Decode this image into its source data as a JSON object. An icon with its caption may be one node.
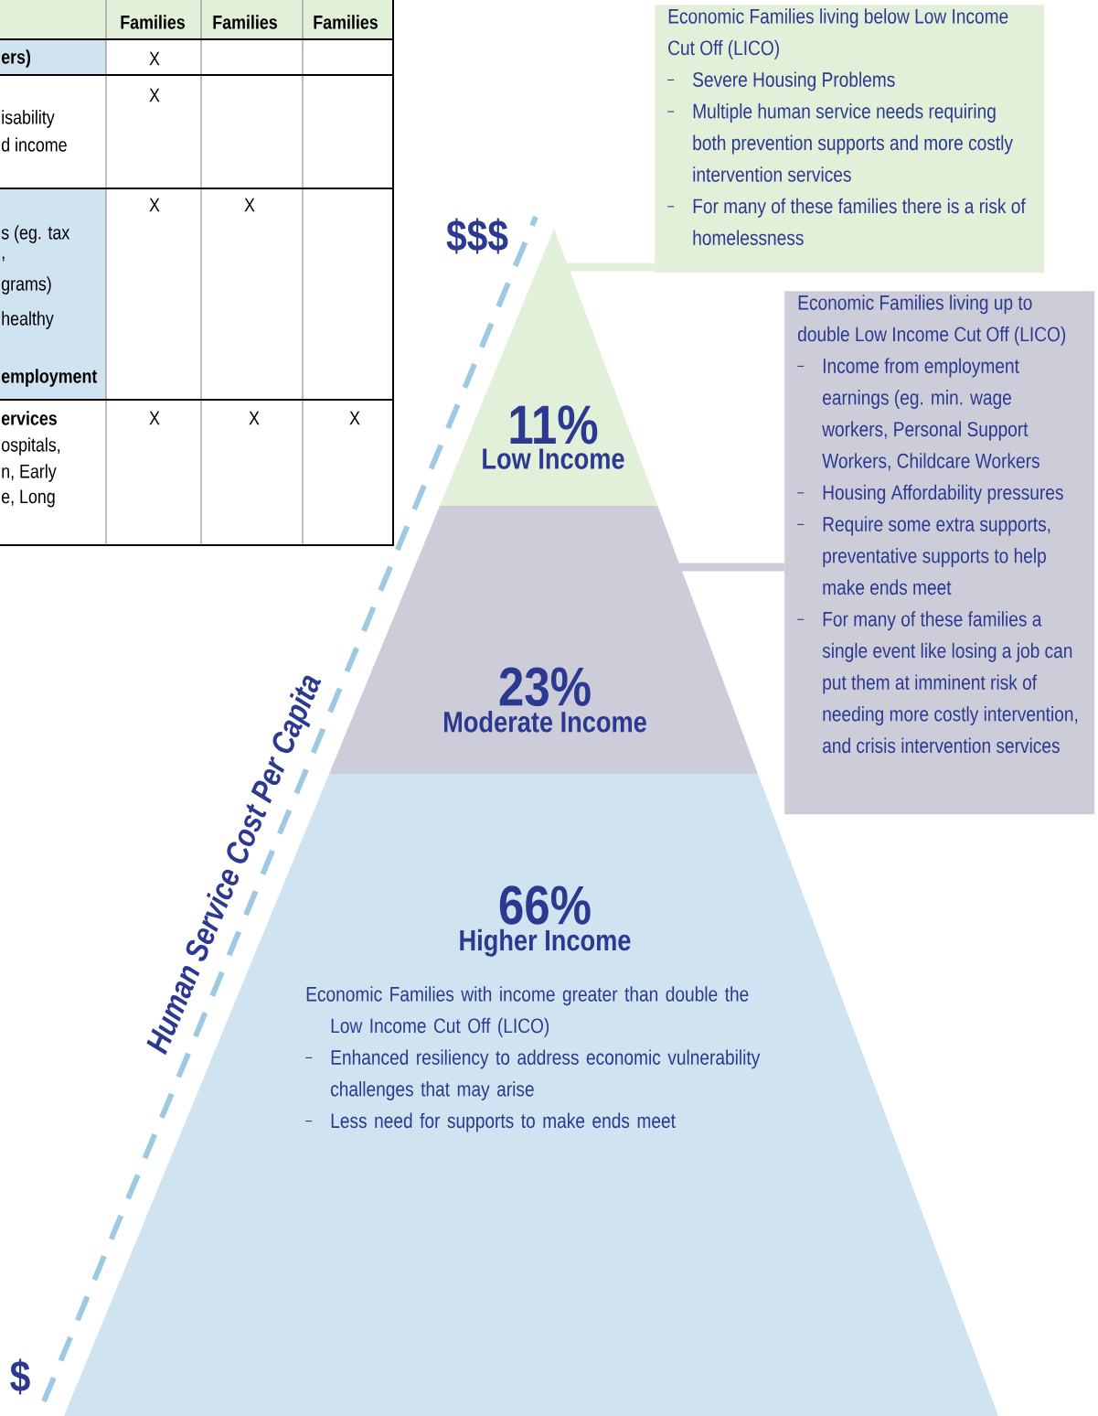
{
  "diagram": {
    "nodes": [
      {
        "text": [
          "Economic Families living below Low Income Cut Off (LICO)",
          "Severe Housing Problems",
          "Multiple human service needs requiring both prevention supports and more costly intervention services",
          "For many of these families there is a risk of homelessness"
        ]
      },
      {
        "text": [
          "11%",
          "Low Income"
        ]
      },
      {
        "text": [
          "Economic Families living up to double Low Income Cut Off (LICO)",
          "Income from employment earnings (eg. min. wage workers, Personal Support Workers, Childcare Workers",
          "Housing Affordability pressures",
          "Require some extra supports, preventative supports to help make ends meet",
          "For many of these families a single event like losing a job can put them at imminent risk of needing more costly intervention, and crisis intervention services"
        ]
      },
      {
        "text": [
          "23%",
          "Moderate Income"
        ]
      },
      {
        "text": [
          "66%",
          "Higher Income",
          "Economic Families with income greater than double the Low Income Cut Off (LICO)",
          "Enhanced resiliency to address economic vulnerability challenges that may arise",
          "Less need for supports to make ends meet"
        ]
      }
    ],
    "edges": [
      {
        "from": 0,
        "to": 1,
        "arrow": "none",
        "color": "#e2efd9"
      },
      {
        "from": 2,
        "to": 3,
        "arrow": "none",
        "color": "#cdcdda"
      }
    ],
    "labels": [
      "Families",
      "Families",
      "Families",
      "ers)",
      "X",
      "isability",
      "d income",
      "X",
      "s (eg. tax",
      ",",
      "grams)",
      "healthy",
      "employment",
      "X",
      "X",
      "ervices",
      "ospitals,",
      "n, Early",
      "e, Long",
      "X",
      "X",
      "X",
      "$$$",
      "Human Service Cost Per Capita",
      "$"
    ]
  }
}
